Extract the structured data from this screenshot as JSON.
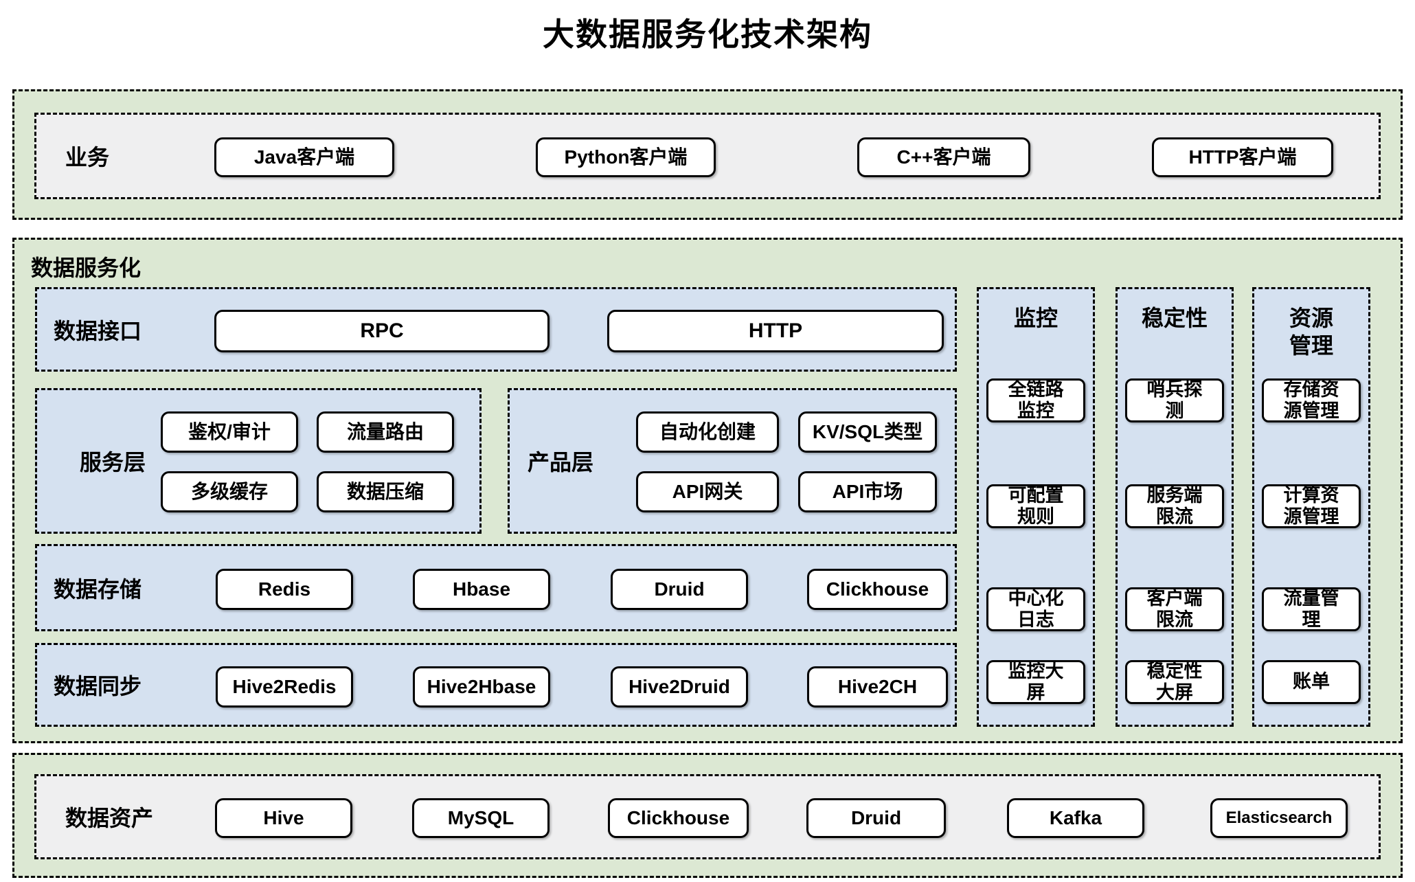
{
  "title": "大数据服务化技术架构",
  "colors": {
    "section_green": "#dce8d3",
    "panel_gray": "#efeff0",
    "panel_blue": "#d5e1f0",
    "node_background": "#ffffff",
    "node_border": "#000000"
  },
  "business": {
    "label": "业务",
    "items": [
      "Java客户端",
      "Python客户端",
      "C++客户端",
      "HTTP客户端"
    ]
  },
  "data_service": {
    "label": "数据服务化",
    "interface": {
      "label": "数据接口",
      "items": [
        "RPC",
        "HTTP"
      ]
    },
    "service_layer": {
      "label": "服务层",
      "items": [
        "鉴权/审计",
        "流量路由",
        "多级缓存",
        "数据压缩"
      ]
    },
    "product_layer": {
      "label": "产品层",
      "items": [
        "自动化创建",
        "KV/SQL类型",
        "API网关",
        "API市场"
      ]
    },
    "storage": {
      "label": "数据存储",
      "items": [
        "Redis",
        "Hbase",
        "Druid",
        "Clickhouse"
      ]
    },
    "sync": {
      "label": "数据同步",
      "items": [
        "Hive2Redis",
        "Hive2Hbase",
        "Hive2Druid",
        "Hive2CH"
      ]
    },
    "columns": [
      {
        "label": "监控",
        "items": [
          "全链路\n监控",
          "可配置\n规则",
          "中心化\n日志",
          "监控大\n屏"
        ]
      },
      {
        "label": "稳定性",
        "items": [
          "哨兵探\n测",
          "服务端\n限流",
          "客户端\n限流",
          "稳定性\n大屏"
        ]
      },
      {
        "label": "资源\n管理",
        "items": [
          "存储资\n源管理",
          "计算资\n源管理",
          "流量管\n理",
          "账单"
        ]
      }
    ]
  },
  "data_assets": {
    "label": "数据资产",
    "items": [
      "Hive",
      "MySQL",
      "Clickhouse",
      "Druid",
      "Kafka",
      "Elasticsearch"
    ]
  }
}
